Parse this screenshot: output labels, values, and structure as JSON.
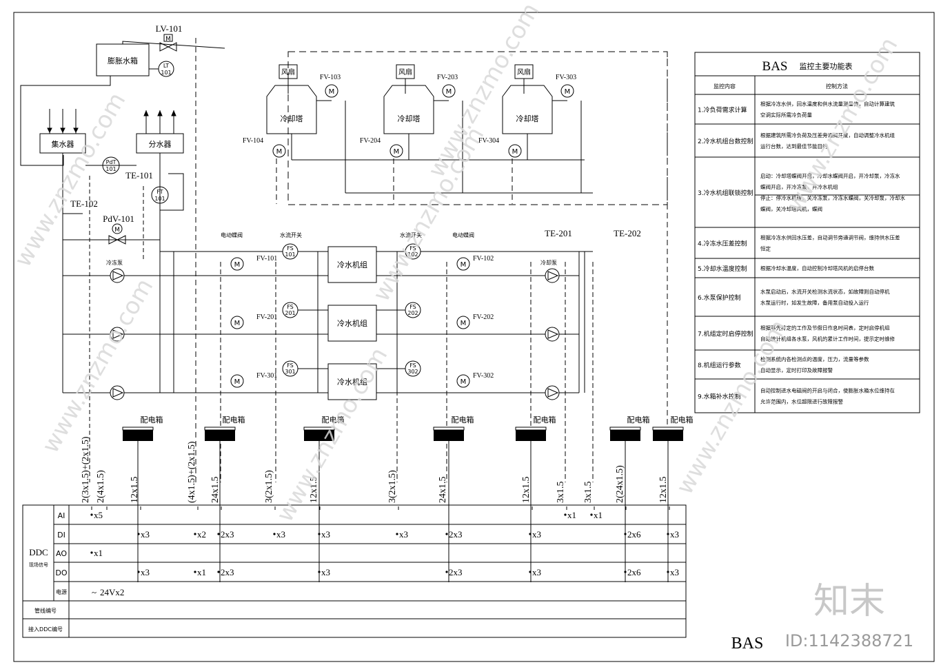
{
  "colors": {
    "line": "#000000",
    "watermark": "#d4d4d4"
  },
  "tanks": {
    "expansion": "膨胀水箱",
    "collector": "集水器",
    "distributor": "分水器"
  },
  "instruments": {
    "lv101": "LV-101",
    "lt": "LT",
    "lt_no": "101",
    "pdt": "PdT",
    "pdt_no": "101",
    "ft": "FT",
    "ft_no": "101",
    "te101": "TE-101",
    "te102": "TE-102",
    "pdv101": "PdV-101",
    "te201": "TE-201",
    "te202": "TE-202",
    "m": "M"
  },
  "towers": [
    {
      "fan": "风扇",
      "label": "冷却塔",
      "fv_top": "FV-103",
      "fv_bot": "FV-104"
    },
    {
      "fan": "风扇",
      "label": "冷却塔",
      "fv_top": "FV-203",
      "fv_bot": "FV-204"
    },
    {
      "fan": "风扇",
      "label": "冷却塔",
      "fv_top": "FV-303",
      "fv_bot": "FV-304"
    }
  ],
  "chillers": [
    {
      "label": "冷水机组",
      "fv_left": "FV-101",
      "fv_right": "FV-102",
      "fs_left": "101",
      "fs_right": "102"
    },
    {
      "label": "冷水机组",
      "fv_left": "FV-201",
      "fv_right": "FV-202",
      "fs_left": "201",
      "fs_right": "202"
    },
    {
      "label": "冷水机组",
      "fv_left": "FV-301",
      "fv_right": "FV-302",
      "fs_left": "301",
      "fs_right": "302"
    }
  ],
  "fs": "FS",
  "pipe_labels": {
    "pump_left": "冷冻泵",
    "pump_right": "冷却泵",
    "valve_left": "电动蝶阀",
    "valve_right": "电动蝶阀",
    "flow_left": "水流开关",
    "flow_right": "水流开关"
  },
  "panel_label": "配电箱",
  "cables": [
    "2(3x1.5)+(2x1.5)",
    "2(4x1.5)",
    "12x1.5",
    "(4x1.5)+(2x1.5)",
    "24x1.5",
    "3(2x1.5)",
    "12x1.5",
    "3(2x1.5)",
    "24x1.5",
    "12x1.5",
    "3x1.5",
    "3x1.5",
    "2(24x1.5)",
    "12x1.5"
  ],
  "ddc": {
    "title": "DDC",
    "subtitle": "现场信号",
    "rows": [
      "AI",
      "DI",
      "AO",
      "DO",
      "电源"
    ],
    "line_no": "管线编号",
    "ddc_no": "接入DDC编号",
    "ai": [
      "x5",
      "x1",
      "x1"
    ],
    "di": [
      "x3",
      "x2",
      "2x3",
      "x3",
      "x3",
      "x3",
      "2x3",
      "x3",
      "2x6",
      "x3"
    ],
    "ao": [
      "x1"
    ],
    "do": [
      "x3",
      "x1",
      "2x3",
      "x3",
      "2x3",
      "x3",
      "2x6",
      "x3"
    ],
    "power": "24Vx2"
  },
  "bas_table": {
    "title": "BAS",
    "subtitle": "监控主要功能表",
    "head": [
      "监控内容",
      "控制方法"
    ],
    "rows": [
      {
        "item": "1.冷负荷需求计算",
        "desc": [
          "根据冷冻水供，回水温度和供水流量测量值，自动计算建筑",
          "空调实际所需冷负荷量"
        ]
      },
      {
        "item": "2.冷水机组台数控制",
        "desc": [
          "根据建筑所需冷负荷及压差旁通阀开度，自动调整冷水机组",
          "运行台数，达到最佳节能目的"
        ]
      },
      {
        "item": "3.冷水机组联锁控制",
        "desc": [
          "启动：冷却塔蝶阀开启，冷却水蝶阀开启，开冷却泵，冷冻水",
          "蝶阀开启，开冷冻泵，开冷水机组",
          "停止：停冷水机组，关冷冻泵，冷冻水蝶阀，关冷却泵，冷却水",
          "蝶阀，关冷却塔风机，蝶阀"
        ]
      },
      {
        "item": "4.冷冻水压差控制",
        "desc": [
          "根据冷冻水供回水压差，自动调节旁通调节阀，维持供水压差",
          "恒定"
        ]
      },
      {
        "item": "5.冷却水温度控制",
        "desc": [
          "根据冷却水温度，自动控制冷却塔风机的启停台数"
        ]
      },
      {
        "item": "6.水泵保护控制",
        "desc": [
          "水泵启动后，水流开关检测水流状态，如故障则自动停机",
          "水泵运行时，如发生故障，备用泵自动投入运行"
        ]
      },
      {
        "item": "7.机组定时启停控制",
        "desc": [
          "根据事先排定的工作及节假日作息时间表，定时启停机组",
          "自动统计机组各水泵，风机的累计工作时间，提示定时维修"
        ]
      },
      {
        "item": "8.机组运行参数",
        "desc": [
          "检测系统内各检测点的温度，压力，流量等参数",
          "自动显示，定时打印及故障报警"
        ]
      },
      {
        "item": "9.水箱补水控制",
        "desc": [
          "自动控制进水电磁阀的开启与闭合，使膨胀水箱水位维持在",
          "允许范围内，水位超限进行故障报警"
        ]
      }
    ]
  },
  "footer": {
    "title": "BAS",
    "id_text": "ID:1142388721",
    "brand": "知末",
    "watermark": "www.znzmo.com"
  }
}
